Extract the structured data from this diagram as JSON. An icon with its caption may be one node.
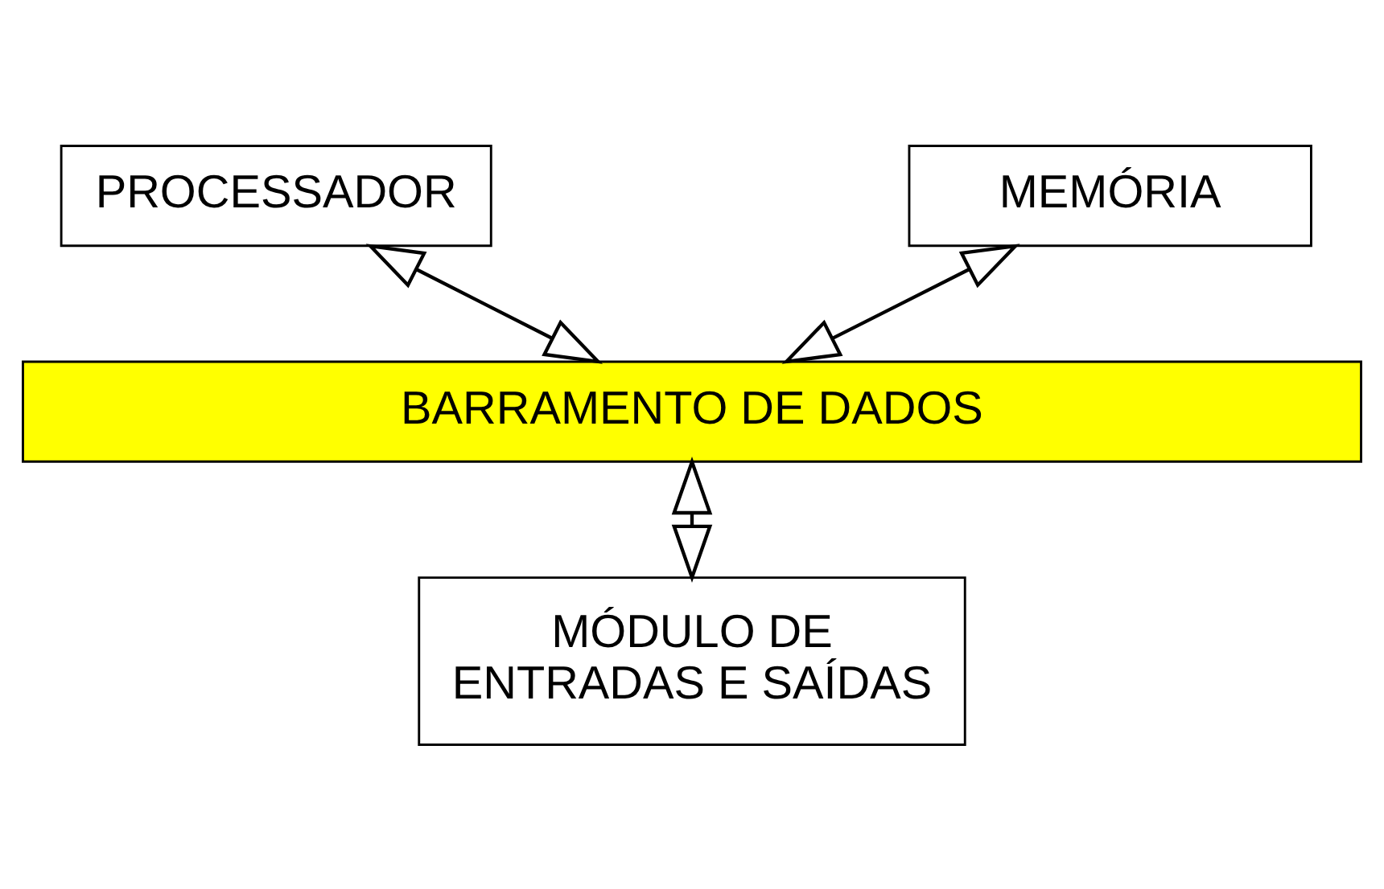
{
  "diagram": {
    "nodes": [
      {
        "text": [
          "PROCESSADOR"
        ]
      },
      {
        "text": [
          "MEMÓRIA"
        ]
      },
      {
        "text": [
          "BARRAMENTO DE DADOS"
        ]
      },
      {
        "text": [
          "MÓDULO DE ENTRADAS E SAÍDAS"
        ]
      }
    ],
    "edges": [
      {
        "from": 0,
        "to": 2,
        "arrow": "both"
      },
      {
        "from": 1,
        "to": 2,
        "arrow": "both"
      },
      {
        "from": 2,
        "to": 3,
        "arrow": "both"
      }
    ]
  }
}
